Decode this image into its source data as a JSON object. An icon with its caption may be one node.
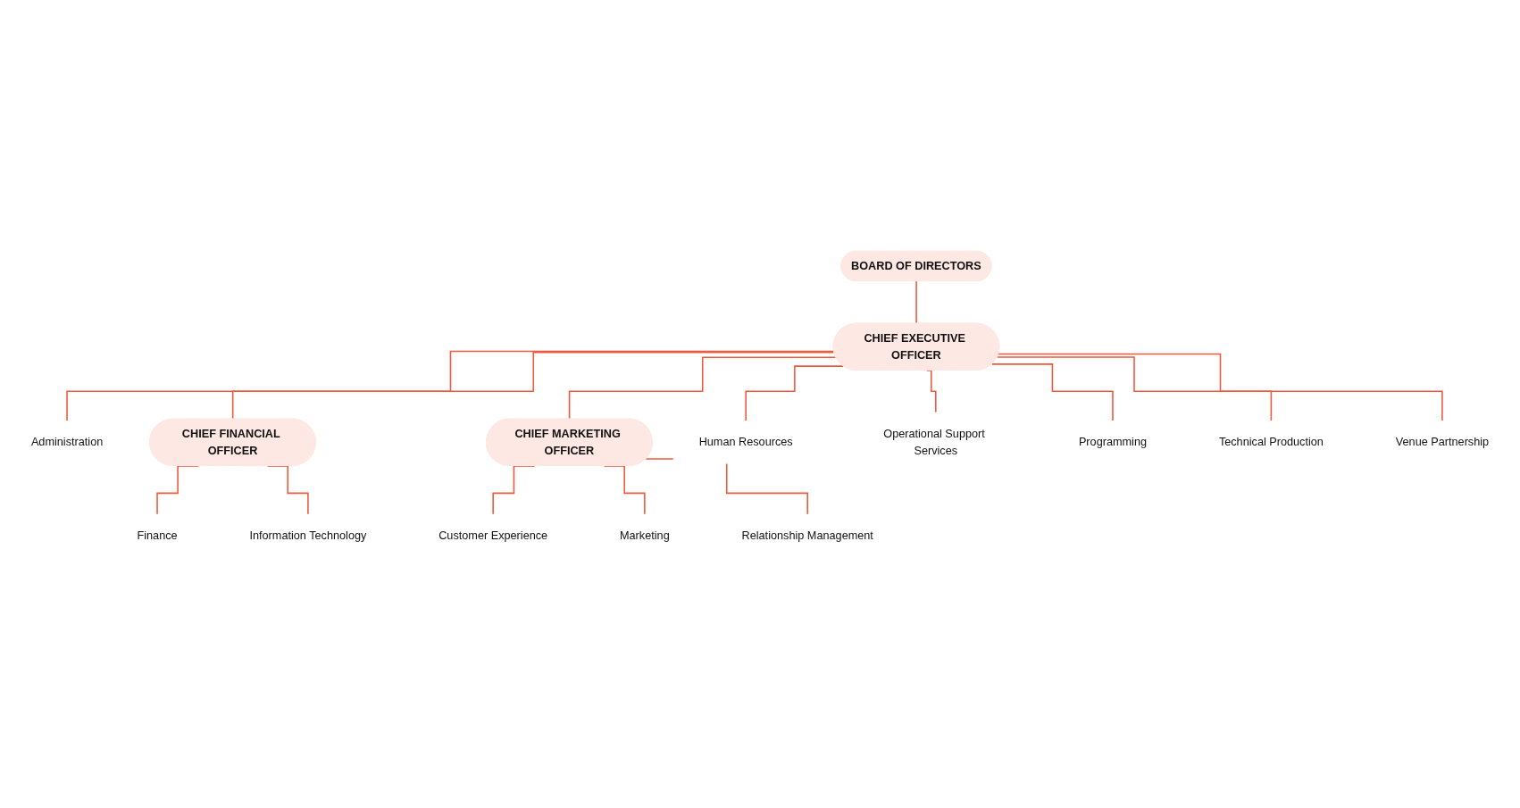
{
  "diagram": {
    "nodes": [
      {
        "text": [
          "BOARD OF DIRECTORS"
        ]
      },
      {
        "text": [
          "CHIEF EXECUTIVE OFFICER"
        ]
      },
      {
        "text": [
          "Administration"
        ]
      },
      {
        "text": [
          "CHIEF FINANCIAL OFFICER"
        ]
      },
      {
        "text": [
          "CHIEF MARKETING OFFICER"
        ]
      },
      {
        "text": [
          "Finance"
        ]
      },
      {
        "text": [
          "Information Technology"
        ]
      },
      {
        "text": [
          "Customer Experience"
        ]
      },
      {
        "text": [
          "Marketing"
        ]
      },
      {
        "text": [
          "Relationship Management"
        ]
      },
      {
        "text": [
          "Human Resources"
        ]
      },
      {
        "text": [
          "Operational Support Services"
        ]
      },
      {
        "text": [
          "Programming"
        ]
      },
      {
        "text": [
          "Technical Production"
        ]
      },
      {
        "text": [
          "Venue Partnership"
        ]
      }
    ],
    "edges": [
      {
        "from": 0,
        "to": 1,
        "arrow": "none"
      },
      {
        "from": 1,
        "to": 2,
        "arrow": "none"
      },
      {
        "from": 1,
        "to": 3,
        "arrow": "none"
      },
      {
        "from": 1,
        "to": 4,
        "arrow": "none"
      },
      {
        "from": 3,
        "to": 5,
        "arrow": "none"
      },
      {
        "from": 3,
        "to": 6,
        "arrow": "none"
      },
      {
        "from": 4,
        "to": 7,
        "arrow": "none"
      },
      {
        "from": 4,
        "to": 8,
        "arrow": "none"
      },
      {
        "from": 4,
        "to": 9,
        "arrow": "none"
      },
      {
        "from": 1,
        "to": 10,
        "arrow": "none"
      },
      {
        "from": 1,
        "to": 11,
        "arrow": "none"
      },
      {
        "from": 1,
        "to": 12,
        "arrow": "none"
      },
      {
        "from": 1,
        "to": 13,
        "arrow": "none"
      },
      {
        "from": 1,
        "to": 14,
        "arrow": "none"
      }
    ]
  }
}
